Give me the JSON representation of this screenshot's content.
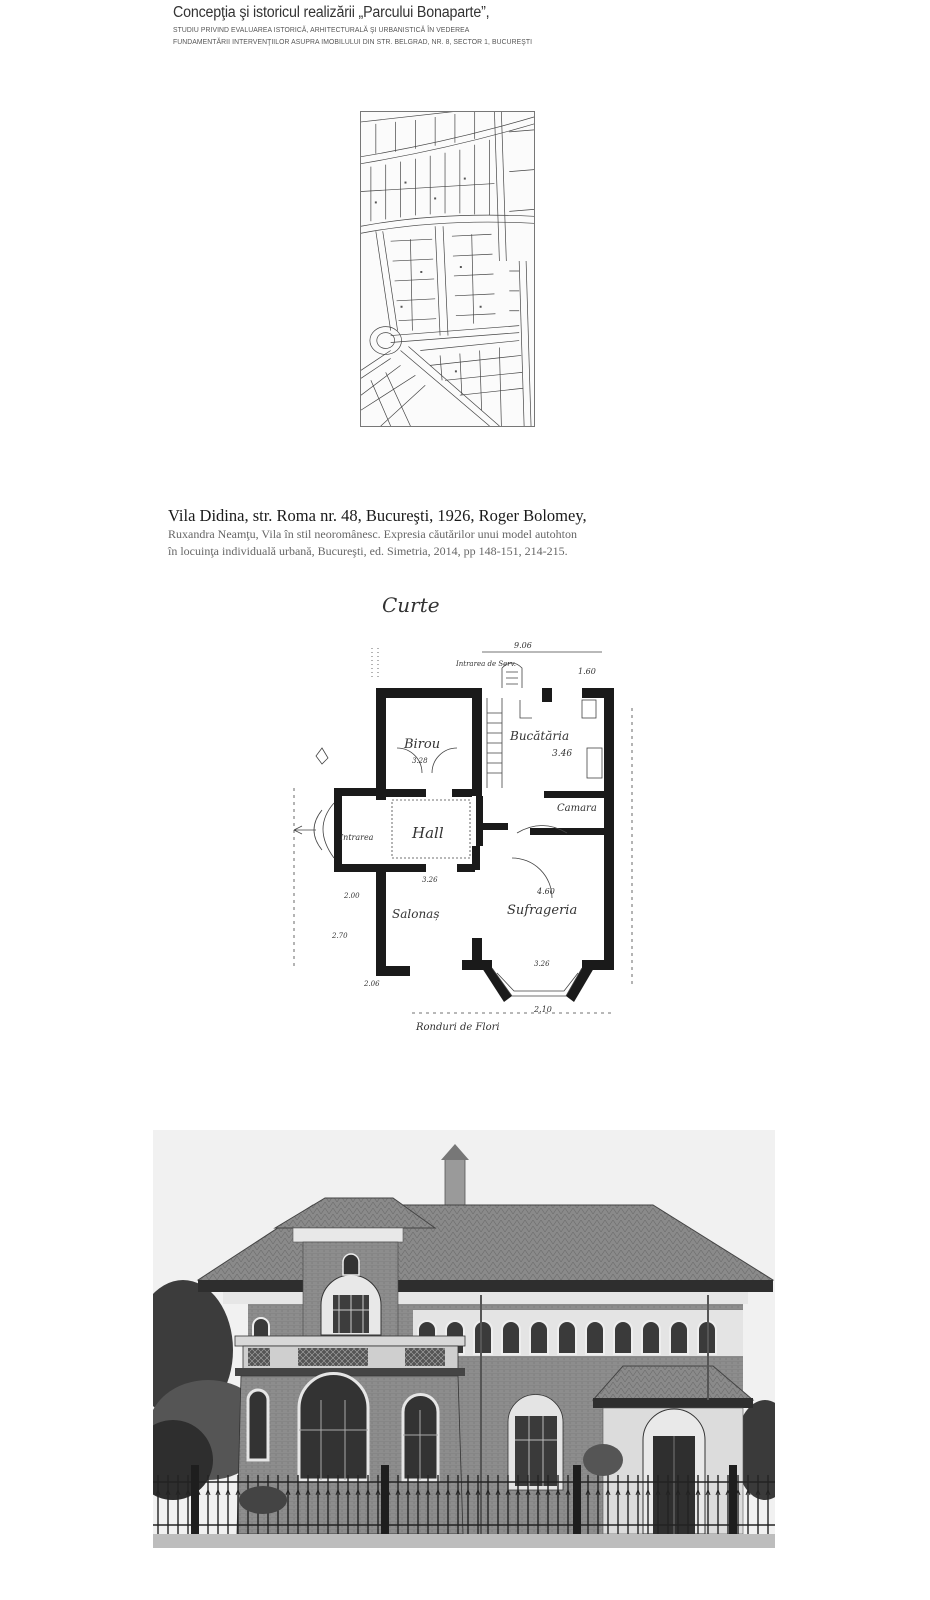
{
  "header": {
    "title": "Concepţia şi istoricul realizării „Parcului Bonaparte”,",
    "subtitle_line1": "STUDIU PRIVIND EVALUAREA ISTORICĂ, ARHITECTURALĂ ŞI URBANISTICĂ ÎN VEDEREA",
    "subtitle_line2": "FUNDAMENTĂRII INTERVENŢIILOR ASUPRA IMOBILULUI DIN STR. BELGRAD, NR. 8, SECTOR 1, BUCUREŞTI"
  },
  "caption": {
    "title": "Vila Didina, str. Roma nr. 48, Bucureşti, 1926, Roger Bolomey,",
    "line1": "Ruxandra Neamţu, Vila în stil neoromânesc. Expresia căutărilor unui model autohton",
    "line2": "în locuinţa individuală urbană, Bucureşti, ed. Simetria, 2014, pp 148-151, 214-215."
  },
  "plan": {
    "curte": "Curte",
    "birou": "Birou",
    "birou_area": "3.28",
    "bucatarie": "Bucătăria",
    "bucatarie_area": "3.46",
    "camara": "Camara",
    "hall": "Hall",
    "intrare": "Intrarea",
    "salonas": "Salonaș",
    "salonas_area": "3.26",
    "sufragerie": "Sufrageria",
    "sufragerie_area": "4.60",
    "sufragerie_area2": "3.26",
    "intrarea_serv": "Intrarea de Serv.",
    "dim_top": "9.06",
    "dim_right": "1.60",
    "dim_bottom": "2.10",
    "dim_left1": "2.00",
    "dim_left2": "2.70",
    "dim_left3": "2.06",
    "gradina": "Ronduri de Flori"
  }
}
